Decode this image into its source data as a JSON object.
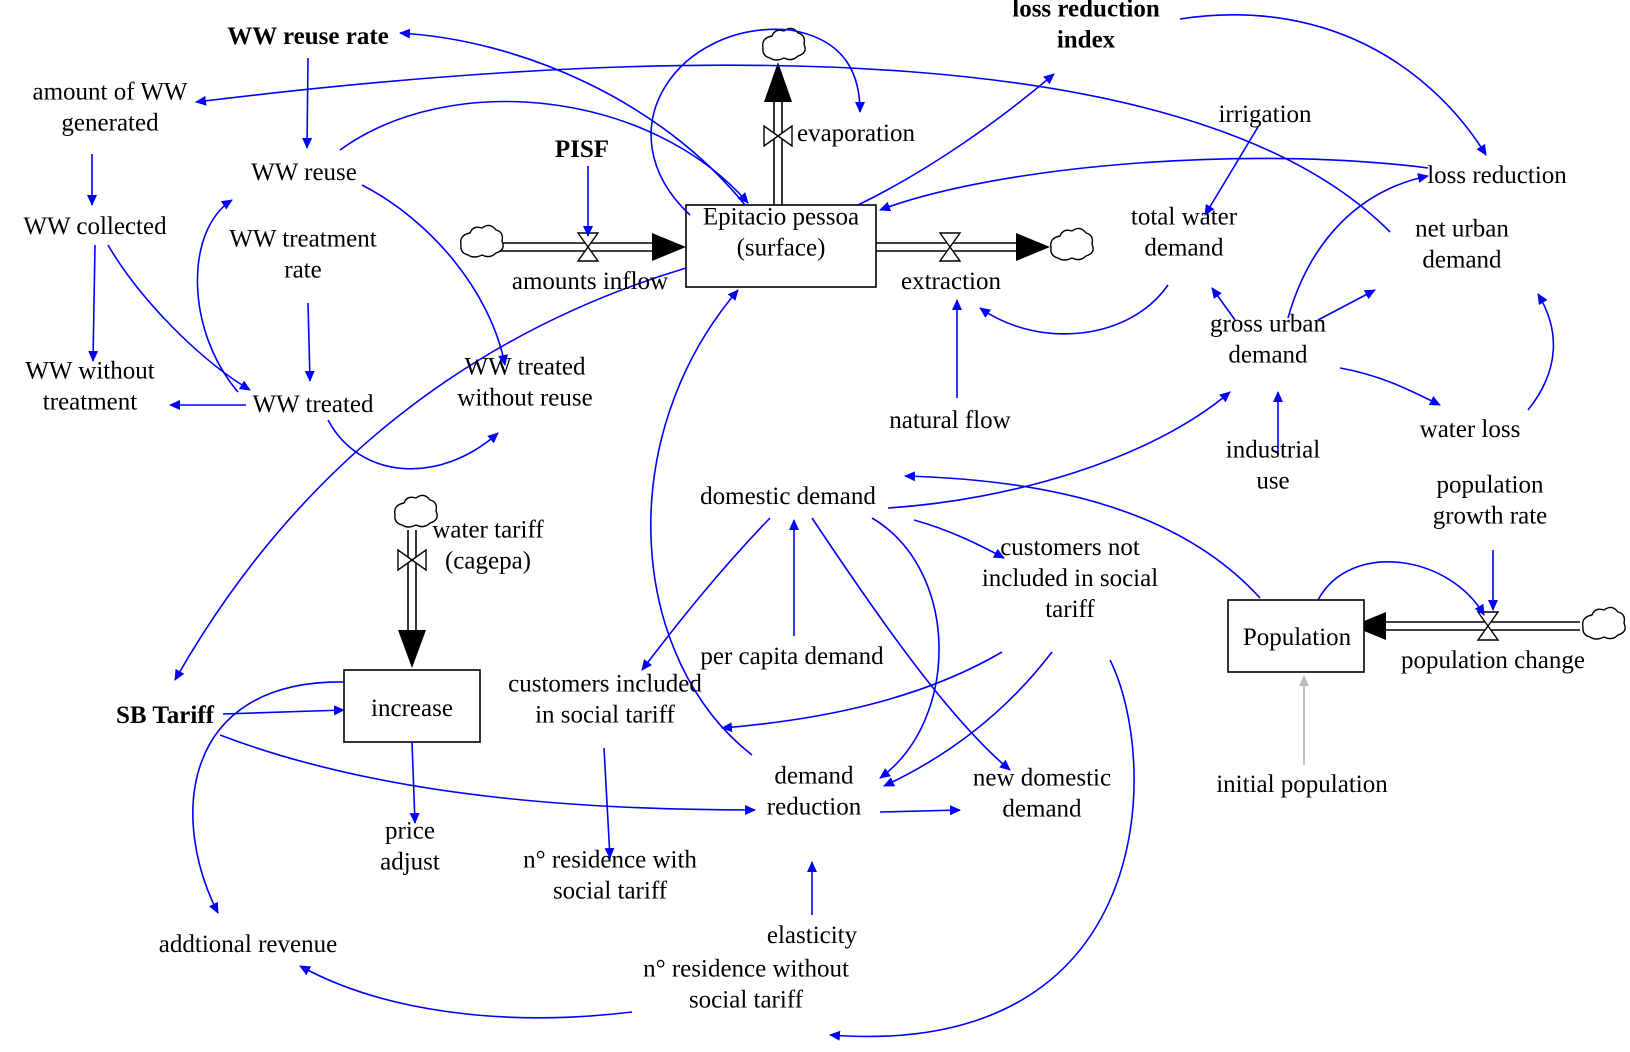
{
  "labels": {
    "ww_reuse_rate": [
      "WW reuse rate"
    ],
    "amount_ww_generated": [
      "amount of WW",
      "generated"
    ],
    "ww_collected": [
      "WW collected"
    ],
    "ww_without_treatment": [
      "WW without",
      "treatment"
    ],
    "ww_reuse": [
      "WW reuse"
    ],
    "ww_treatment_rate": [
      "WW treatment",
      "rate"
    ],
    "ww_treated": [
      "WW treated"
    ],
    "ww_treated_without_reuse": [
      "WW treated",
      "without reuse"
    ],
    "pisf": [
      "PISF"
    ],
    "amounts_inflow": [
      "amounts inflow"
    ],
    "epitacio_pessoa": [
      "Epitacio pessoa",
      "(surface)"
    ],
    "evaporation": [
      "evaporation"
    ],
    "extraction": [
      "extraction"
    ],
    "natural_flow": [
      "natural flow"
    ],
    "loss_reduction_index": [
      "loss reduction",
      "index"
    ],
    "irrigation": [
      "irrigation"
    ],
    "total_water_demand": [
      "total water",
      "demand"
    ],
    "loss_reduction": [
      "loss reduction"
    ],
    "net_urban_demand": [
      "net urban",
      "demand"
    ],
    "gross_urban_demand": [
      "gross urban",
      "demand"
    ],
    "industrial_use": [
      "industrial",
      "use"
    ],
    "water_loss": [
      "water loss"
    ],
    "population_growth_rate": [
      "population",
      "growth rate"
    ],
    "population": [
      "Population"
    ],
    "population_change": [
      "population change"
    ],
    "initial_population": [
      "initial population"
    ],
    "domestic_demand": [
      "domestic demand"
    ],
    "customers_not_included": [
      "customers not",
      "included in social",
      "tariff"
    ],
    "customers_included": [
      "customers included",
      "in social tariff"
    ],
    "per_capita_demand": [
      "per capita demand"
    ],
    "water_tariff": [
      "water tariff",
      "(cagepa)"
    ],
    "increase": [
      "increase"
    ],
    "sb_tariff": [
      "SB Tariff"
    ],
    "price_adjust": [
      "price",
      "adjust"
    ],
    "demand_reduction": [
      "demand",
      "reduction"
    ],
    "new_domestic_demand": [
      "new domestic",
      "demand"
    ],
    "n_residence_with": [
      "n° residence with",
      "social tariff"
    ],
    "elasticity": [
      "elasticity"
    ],
    "addtional_revenue": [
      "addtional revenue"
    ],
    "n_residence_without": [
      "n° residence without",
      "social tariff"
    ]
  },
  "colors": {
    "link": "#0000ff",
    "initial_link": "#bbbbbb",
    "stock_border": "#000000",
    "text": "#000000"
  }
}
